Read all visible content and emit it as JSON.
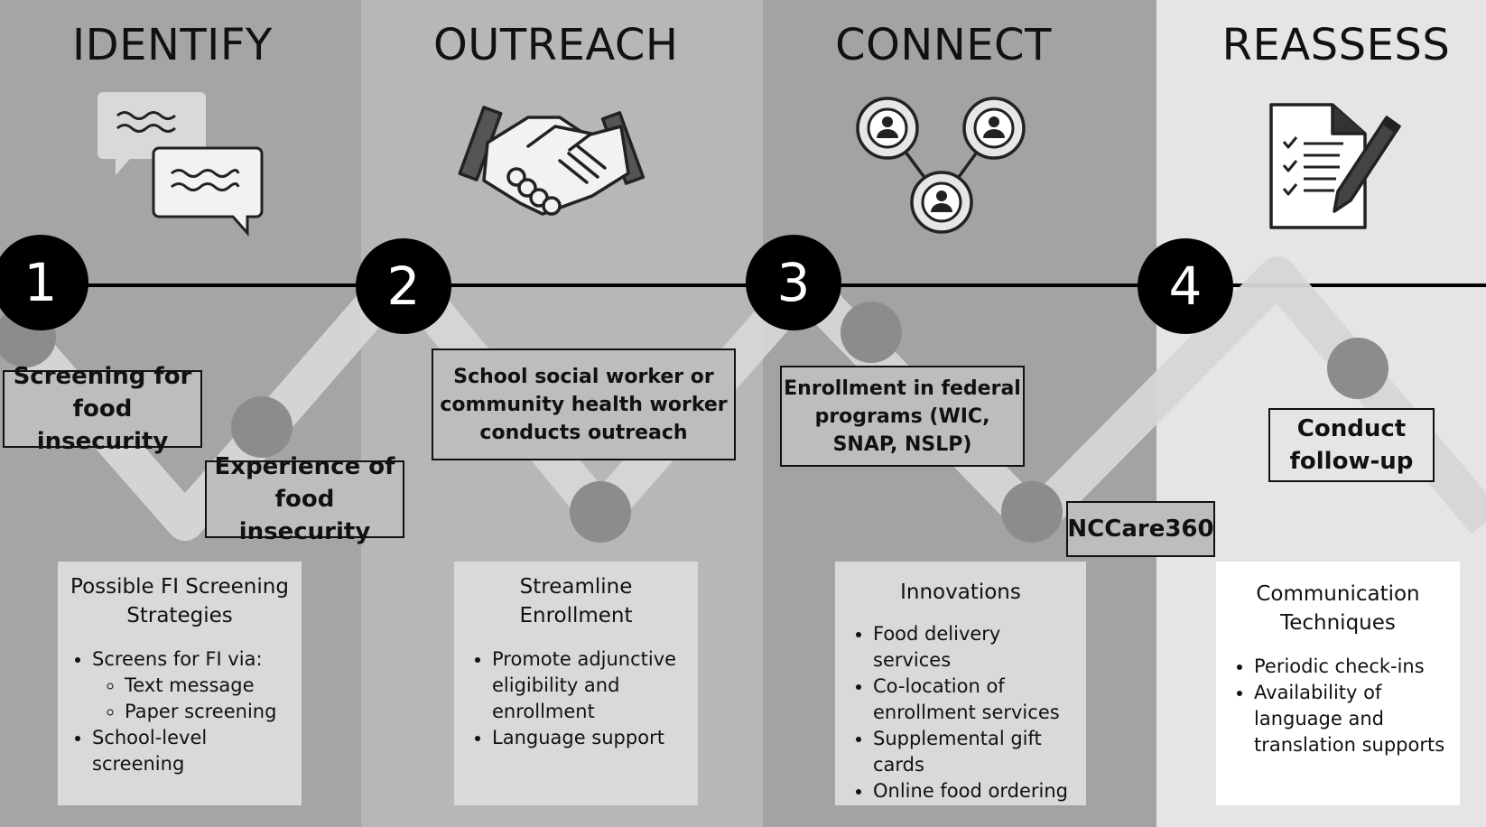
{
  "stages": [
    {
      "heading": "IDENTIFY",
      "number": "1"
    },
    {
      "heading": "OUTREACH",
      "number": "2"
    },
    {
      "heading": "CONNECT",
      "number": "3"
    },
    {
      "heading": "REASSESS",
      "number": "4"
    }
  ],
  "boxes": {
    "screening": "Screening for food insecurity",
    "experience": "Experience of food insecurity",
    "outreach": "School social worker or community health worker conducts outreach",
    "enrollment": "Enrollment in federal programs (WIC, SNAP, NSLP)",
    "nccare": "NCCare360",
    "followup": "Conduct follow-up"
  },
  "panels": {
    "identify": {
      "title": "Possible FI Screening Strategies",
      "item1": "Screens for FI via:",
      "sub1": "Text message",
      "sub2": "Paper screening",
      "item2": "School-level screening"
    },
    "outreach": {
      "title": "Streamline Enrollment",
      "item1": "Promote adjunctive eligibility and enrollment",
      "item2": "Language support"
    },
    "connect": {
      "title": "Innovations",
      "item1": "Food delivery services",
      "item2": "Co-location of enrollment services",
      "item3": "Supplemental gift cards",
      "item4": "Online food ordering"
    },
    "reassess": {
      "title": "Communication Techniques",
      "item1": "Periodic check-ins",
      "item2": "Availability of language and translation supports"
    }
  },
  "icons": [
    "speech-bubbles-icon",
    "handshake-icon",
    "network-people-icon",
    "checklist-pen-icon"
  ],
  "colors": {
    "identify_bg": "#a5a5a5",
    "outreach_bg": "#b7b7b7",
    "connect_bg": "#a3a3a3",
    "reassess_bg": "#e5e5e5",
    "zigzag": "#d6d6d6",
    "dots": "#8c8c8c"
  }
}
